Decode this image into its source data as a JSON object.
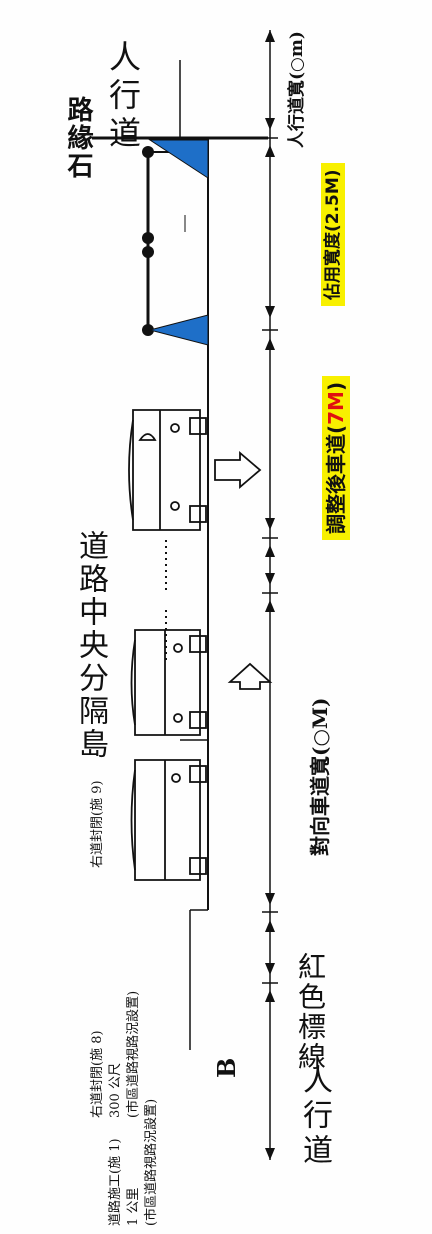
{
  "labels": {
    "curb": "路緣石",
    "sidewalk_right": "人行道",
    "sidewalk_width": "人行道寬(○m)",
    "occupied_width": "佔用寬度(2.5M)",
    "adjusted_lane_prefix": "調整後車道(",
    "adjusted_lane_value": "7M",
    "adjusted_lane_suffix": ")",
    "median": "道路中央分隔島",
    "opposite_lane": "對向車道寬(○M)",
    "red_line": "紅色標線",
    "sidewalk_left": "人行道",
    "marker_b": "B"
  },
  "notes": {
    "sign9": "右道封閉(施 9)",
    "sign8_line1": "右道封閉(施 8)",
    "sign8_line2": "300 公尺",
    "sign8_line3": "(市區道路視路況設置)",
    "sign1_line1": "道路施工(施 1)",
    "sign1_line2": "1 公里",
    "sign1_line3": "(市區道路視路況設置)"
  },
  "colors": {
    "highlight": "#f8f000",
    "cone": "#1e6fc8",
    "accent_red": "#e01010"
  }
}
